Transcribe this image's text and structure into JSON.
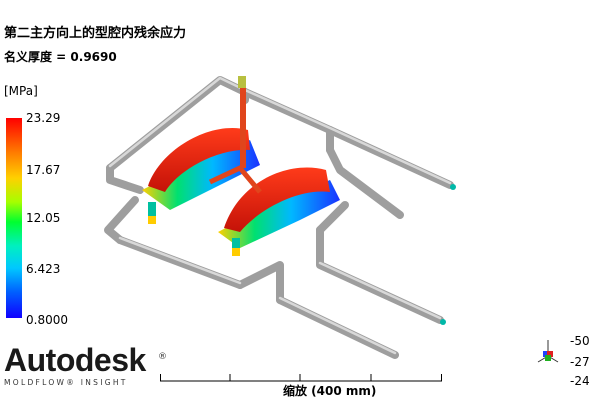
{
  "plot": {
    "title": "第二主方向上的型腔内残余应力",
    "thickness": "名义厚度 = 0.9690"
  },
  "legend": {
    "unit": "[MPa]",
    "ticks": [
      "23.29",
      "17.67",
      "12.05",
      "6.423",
      "0.8000"
    ]
  },
  "brand": {
    "logo": "Autodesk",
    "registered": "®",
    "sub": "MOLDFLOW® INSIGHT"
  },
  "scale": {
    "label": "缩放 (400 mm)"
  },
  "orientation": {
    "values": [
      "-50",
      "-27",
      "-24"
    ]
  },
  "colors": {
    "pipe": "#a9a9a9",
    "part_max": "#e0200c",
    "part_min": "#1a33ff"
  }
}
